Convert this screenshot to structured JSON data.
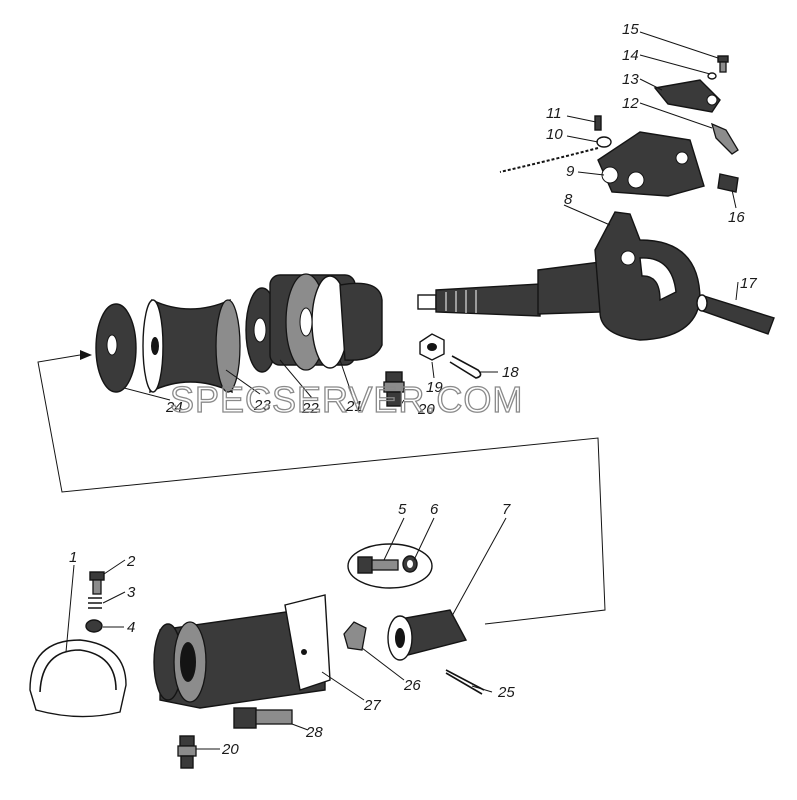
{
  "diagram": {
    "watermark": "SPECSERVER.COM",
    "callouts": [
      "1",
      "2",
      "3",
      "4",
      "5",
      "6",
      "7",
      "8",
      "9",
      "10",
      "11",
      "12",
      "13",
      "14",
      "15",
      "16",
      "17",
      "18",
      "19",
      "20",
      "21",
      "22",
      "23",
      "24",
      "25",
      "26",
      "27",
      "28",
      "20"
    ]
  }
}
